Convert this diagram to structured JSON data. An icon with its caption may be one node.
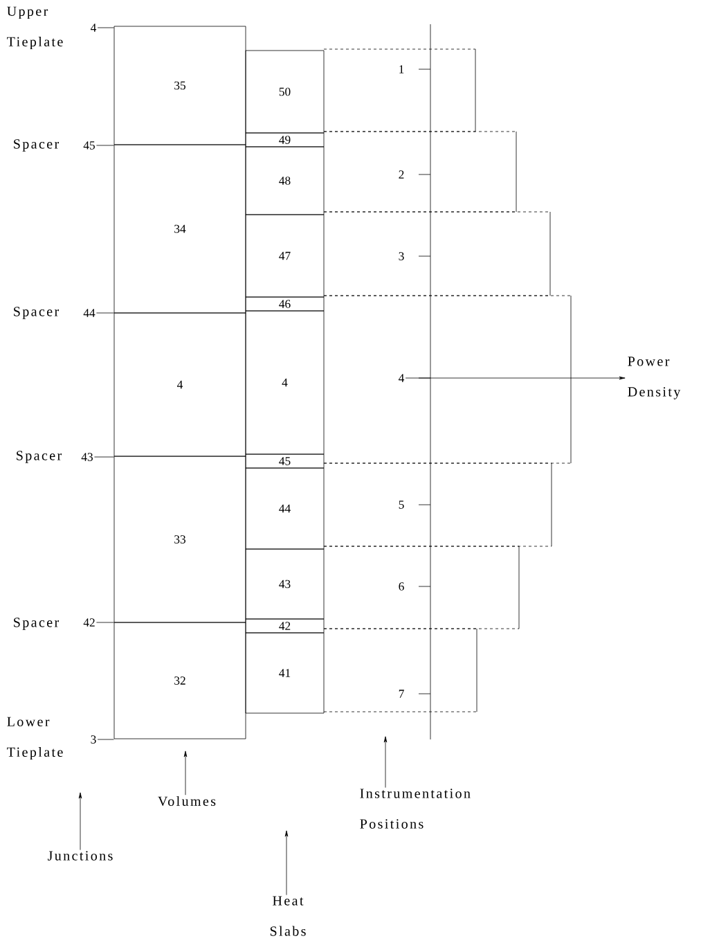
{
  "diagram": {
    "nodes": [
      {
        "text": [
          "35"
        ]
      },
      {
        "text": [
          "34"
        ]
      },
      {
        "text": [
          "4"
        ]
      },
      {
        "text": [
          "33"
        ]
      },
      {
        "text": [
          "32"
        ]
      },
      {
        "text": [
          "50"
        ]
      },
      {
        "text": [
          "49"
        ]
      },
      {
        "text": [
          "48"
        ]
      },
      {
        "text": [
          "47"
        ]
      },
      {
        "text": [
          "46"
        ]
      },
      {
        "text": [
          "4"
        ]
      },
      {
        "text": [
          "45"
        ]
      },
      {
        "text": [
          "44"
        ]
      },
      {
        "text": [
          "43"
        ]
      },
      {
        "text": [
          "42"
        ]
      },
      {
        "text": [
          "41"
        ]
      },
      {
        "text": [
          "1"
        ]
      },
      {
        "text": [
          "2"
        ]
      },
      {
        "text": [
          "3"
        ]
      },
      {
        "text": [
          "4"
        ]
      },
      {
        "text": [
          "5"
        ]
      },
      {
        "text": [
          "6"
        ]
      },
      {
        "text": [
          "7"
        ]
      },
      {
        "text": [
          "Power Density"
        ]
      },
      {
        "text": [
          "Volumes"
        ]
      },
      {
        "text": [
          "Junctions"
        ]
      },
      {
        "text": [
          "Heat Slabs"
        ]
      },
      {
        "text": [
          "Instrumentation Positions"
        ]
      },
      {
        "text": [
          "4"
        ]
      },
      {
        "text": [
          "45"
        ]
      },
      {
        "text": [
          "44"
        ]
      },
      {
        "text": [
          "43"
        ]
      },
      {
        "text": [
          "42"
        ]
      },
      {
        "text": [
          "3"
        ]
      }
    ],
    "edges": [
      {
        "from": 24,
        "to": null,
        "arrow": "to"
      },
      {
        "from": 25,
        "to": null,
        "arrow": "to"
      },
      {
        "from": 26,
        "to": null,
        "arrow": "to"
      },
      {
        "from": 27,
        "to": null,
        "arrow": "to"
      },
      {
        "from": 19,
        "to": 23,
        "arrow": "to"
      },
      {
        "from": 28,
        "to": 0,
        "arrow": "none"
      },
      {
        "from": 29,
        "to": 0,
        "arrow": "none"
      },
      {
        "from": 30,
        "to": 2,
        "arrow": "none"
      },
      {
        "from": 31,
        "to": 2,
        "arrow": "none"
      },
      {
        "from": 32,
        "to": 4,
        "arrow": "none"
      },
      {
        "from": 33,
        "to": 4,
        "arrow": "none"
      }
    ],
    "labels": [
      "Upper Tieplate",
      "Spacer",
      "Spacer",
      "Spacer",
      "Spacer",
      "Lower Tieplate"
    ]
  }
}
